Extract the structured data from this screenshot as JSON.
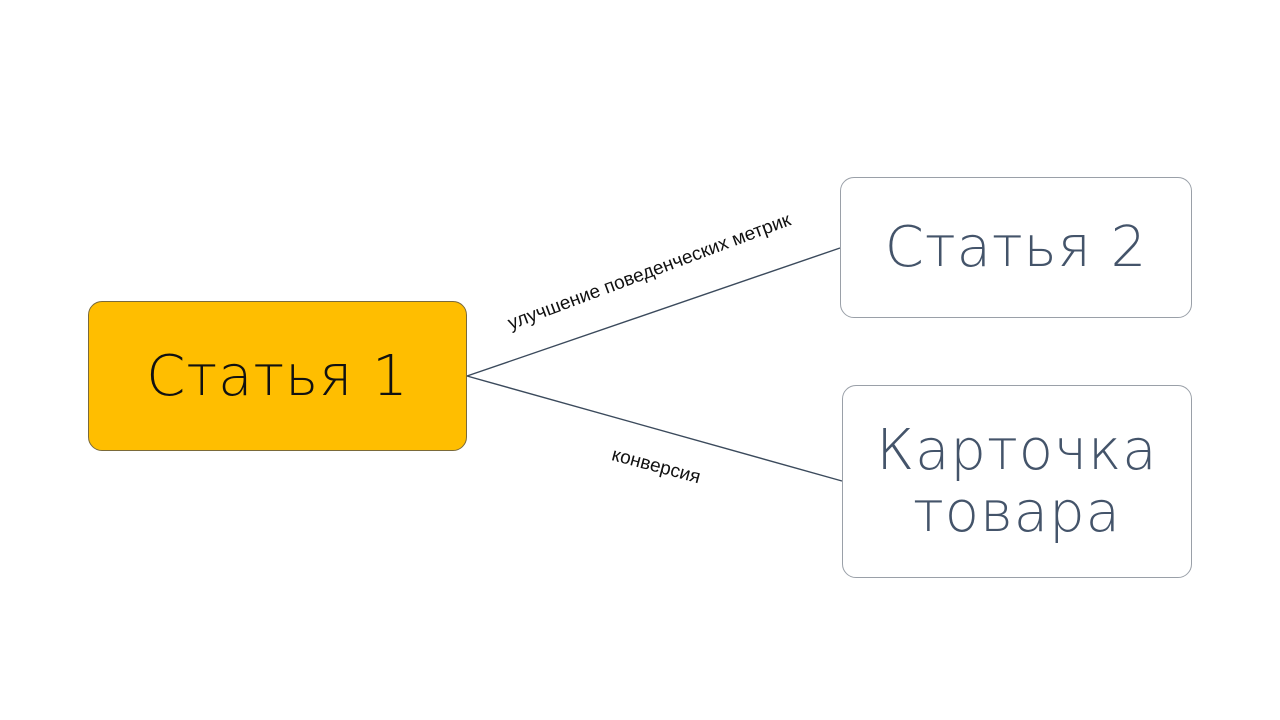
{
  "diagram": {
    "nodes": {
      "source": {
        "label": "Статья 1",
        "color": "#FFBE00"
      },
      "article2": {
        "label": "Статья 2"
      },
      "product": {
        "label_line1": "Карточка",
        "label_line2": "товара"
      }
    },
    "edges": {
      "to_article2": {
        "label": "улучшение поведенческих метрик"
      },
      "to_product": {
        "label": "конверсия"
      }
    },
    "colors": {
      "line": "#3B4A5C",
      "target_text": "#44546A"
    }
  }
}
